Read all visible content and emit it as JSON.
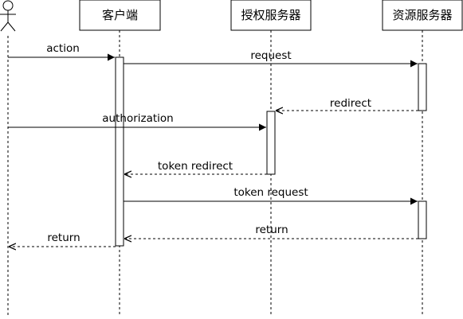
{
  "participants": {
    "client": "客户端",
    "auth_server": "授权服务器",
    "resource_server": "资源服务器"
  },
  "messages": {
    "action": "action",
    "request": "request",
    "redirect": "redirect",
    "authorization": "authorization",
    "token_redirect": "token redirect",
    "token_request": "token request",
    "return_to_client": "return",
    "return_to_user": "return"
  }
}
